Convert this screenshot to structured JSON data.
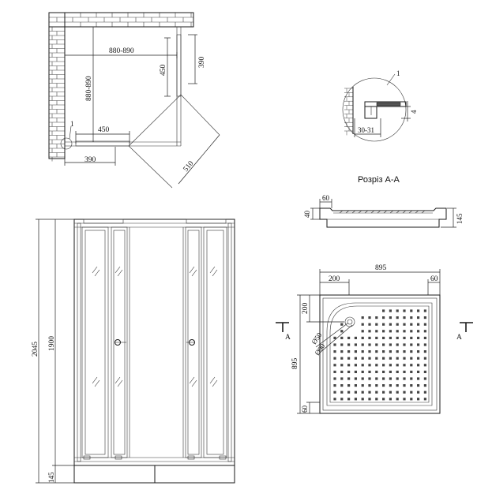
{
  "plan": {
    "width_dim": "880-890",
    "depth_dim": "880-890",
    "panel_side": "450",
    "panel_bottom": "450",
    "panel_390_right": "390",
    "panel_390_bottom": "390",
    "door_swing": "510",
    "callout": "1"
  },
  "detail": {
    "callout": "1",
    "dim_4": "4",
    "dim_30_31": "30-31"
  },
  "section": {
    "title": "Розріз А-А",
    "dim_60": "60",
    "dim_40": "40",
    "dim_145": "145"
  },
  "tray": {
    "dim_895_top": "895",
    "dim_200_top": "200",
    "dim_60_top": "60",
    "dim_200_left": "200",
    "dim_895_left": "895",
    "dim_60_left": "60",
    "drain_50": "Ø50",
    "drain_90": "Ø90",
    "cut_left": "A",
    "cut_right": "A"
  },
  "elevation": {
    "dim_2045": "2045",
    "dim_1900": "1900",
    "dim_145": "145"
  }
}
